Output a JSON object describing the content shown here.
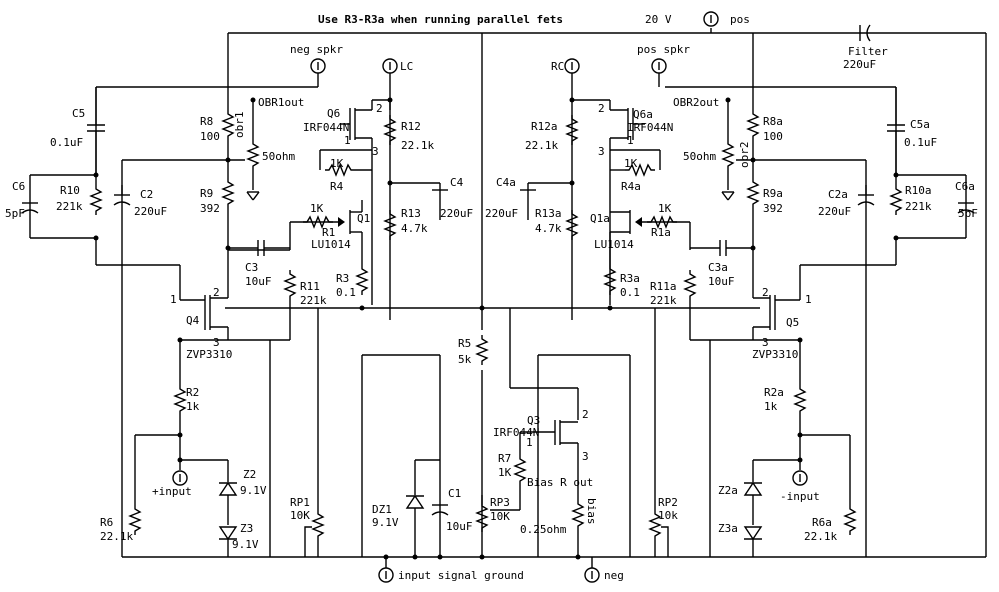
{
  "title": "Use R3-R3a when running parallel fets",
  "labels": {
    "v20": "20 V",
    "pos": "pos",
    "neg_spkr": "neg spkr",
    "lc": "LC",
    "rc": "RC",
    "pos_spkr": "pos spkr",
    "filter": "Filter",
    "filter_val": "220uF",
    "obr1out": "OBR1out",
    "obr2out": "OBR2out",
    "obr1": "obr1",
    "obr2": "obr2",
    "ohm50a": "50ohm",
    "ohm50b": "50ohm",
    "c5": "C5",
    "c5v": "0.1uF",
    "c5a": "C5a",
    "c5av": "0.1uF",
    "c6": "C6",
    "c6v": "5pF",
    "c6a": "C6a",
    "c6av": "5pF",
    "r10": "R10",
    "r10v": "221k",
    "r10a": "R10a",
    "r10av": "221k",
    "c2": "C2",
    "c2v": "220uF",
    "c2a": "C2a",
    "c2av": "220uF",
    "r8": "R8",
    "r8v": "100",
    "r8a": "R8a",
    "r8av": "100",
    "r9": "R9",
    "r9v": "392",
    "r9a": "R9a",
    "r9av": "392",
    "q6": "Q6",
    "q6t": "IRF044N",
    "q6a": "Q6a",
    "q6at": "IRF044N",
    "r12": "R12",
    "r12v": "22.1k",
    "r12a": "R12a",
    "r12av": "22.1k",
    "r4": "R4",
    "r4v": "1K",
    "r4a": "R4a",
    "r4av": "1K",
    "c4": "C4",
    "c4v": "220uF",
    "c4a": "C4a",
    "c4av": "220uF",
    "r1": "R1",
    "r1v": "1K",
    "r1a": "R1a",
    "r1av": "1K",
    "q1": "Q1",
    "q1t": "LU1014",
    "q1a": "Q1a",
    "q1at": "LU1014",
    "r13": "R13",
    "r13v": "4.7k",
    "r13a": "R13a",
    "r13av": "4.7k",
    "c3": "C3",
    "c3v": "10uF",
    "c3a": "C3a",
    "c3av": "10uF",
    "r3": "R3",
    "r3v": "0.1",
    "r3a": "R3a",
    "r3av": "0.1",
    "r11": "R11",
    "r11v": "221k",
    "r11a": "R11a",
    "r11av": "221k",
    "q4": "Q4",
    "q4t": "ZVP3310",
    "q5": "Q5",
    "q5t": "ZVP3310",
    "r5": "R5",
    "r5v": "5k",
    "r2": "R2",
    "r2v": "1k",
    "r2a": "R2a",
    "r2av": "1k",
    "q3": "Q3",
    "q3t": "IRF044N",
    "r7": "R7",
    "r7v": "1K",
    "bias_rout": "Bias R out",
    "bias": "bias",
    "ohm025": "0.25ohm",
    "input_p": "+input",
    "input_n": "-input",
    "z2": "Z2",
    "z2v": "9.1V",
    "z3": "Z3",
    "z3v": "9.1V",
    "z2a": "Z2a",
    "z3a": "Z3a",
    "r6": "R6",
    "r6v": "22.1k",
    "r6a": "R6a",
    "r6av": "22.1k",
    "rp1": "RP1",
    "rp1v": "10K",
    "rp2": "RP2",
    "rp2v": "10k",
    "rp3": "RP3",
    "rp3v": "10K",
    "dz1": "DZ1",
    "dz1v": "9.1V",
    "c1": "C1",
    "c1v": "10uF",
    "gnd": "input signal ground",
    "neg": "neg",
    "p1": "1",
    "p2": "2",
    "p3": "3"
  }
}
